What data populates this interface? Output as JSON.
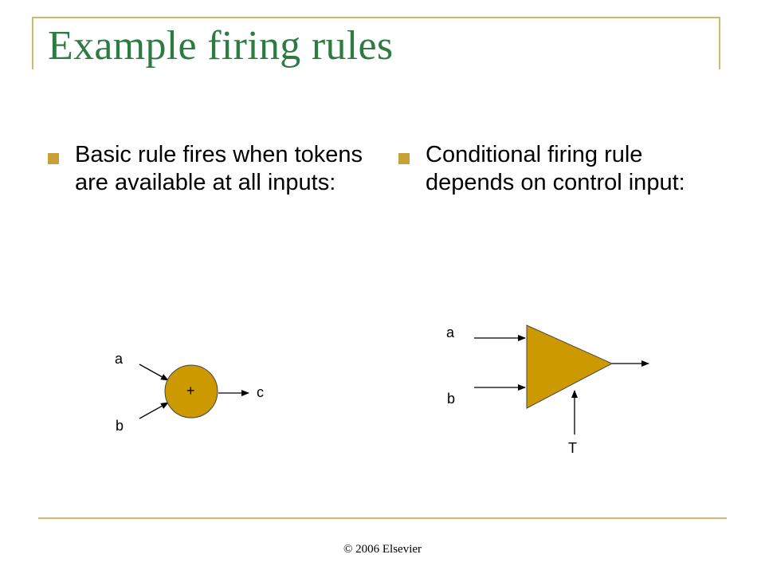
{
  "title": "Example firing rules",
  "bullets": [
    {
      "text": "Basic rule fires when tokens are available at all inputs:"
    },
    {
      "text": "Conditional firing rule depends on control input:"
    }
  ],
  "left_diagram": {
    "node_symbol": "+",
    "input_a": "a",
    "input_b": "b",
    "output": "c"
  },
  "right_diagram": {
    "input_a": "a",
    "input_b": "b",
    "control": "T"
  },
  "footer": "© 2006 Elsevier",
  "colors": {
    "title": "#2e7a43",
    "accent": "#c8a038",
    "node_fill": "#cc9900",
    "frame": "#c9ba6b"
  }
}
